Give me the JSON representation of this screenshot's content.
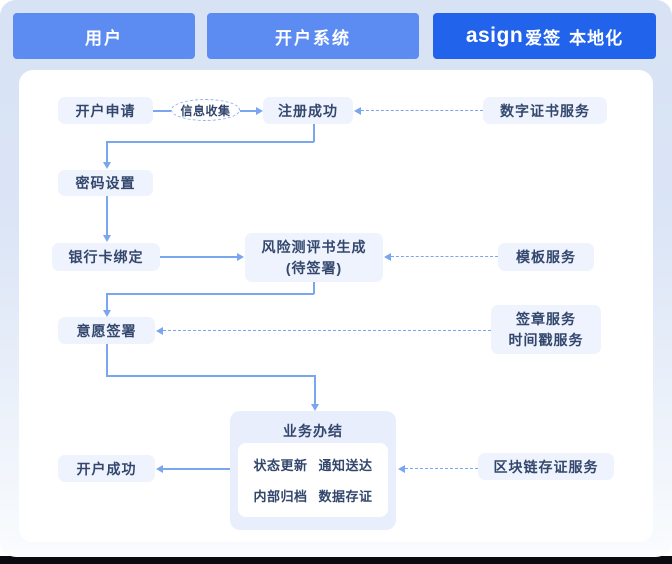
{
  "header": {
    "lanes": [
      {
        "id": "user",
        "label": "用户"
      },
      {
        "id": "system",
        "label": "开户系统"
      },
      {
        "id": "asign",
        "logo": "asign",
        "brand": "爱签",
        "suffix": "本地化"
      }
    ]
  },
  "nodes": {
    "apply": "开户申请",
    "collect": "信息收集",
    "registered": "注册成功",
    "digital_cert": "数字证书服务",
    "password": "密码设置",
    "bank_card": "银行卡绑定",
    "risk_title": "风险测评书生成",
    "risk_sub": "(待签署)",
    "template": "模板服务",
    "willingness": "意愿签署",
    "seal": "签章服务",
    "timestamp": "时间戳服务",
    "business": "业务办结",
    "business_items": [
      "状态更新",
      "通知送达",
      "内部归档",
      "数据存证"
    ],
    "account_success": "开户成功",
    "blockchain": "区块链存证服务"
  },
  "colors": {
    "lane_blue": "#5c8cf1",
    "brand_blue": "#2263ec",
    "node_bg": "#eef3fd",
    "node_text": "#33476d",
    "arrow": "#7aa6ef",
    "canvas_top": "#d7e2f4"
  }
}
